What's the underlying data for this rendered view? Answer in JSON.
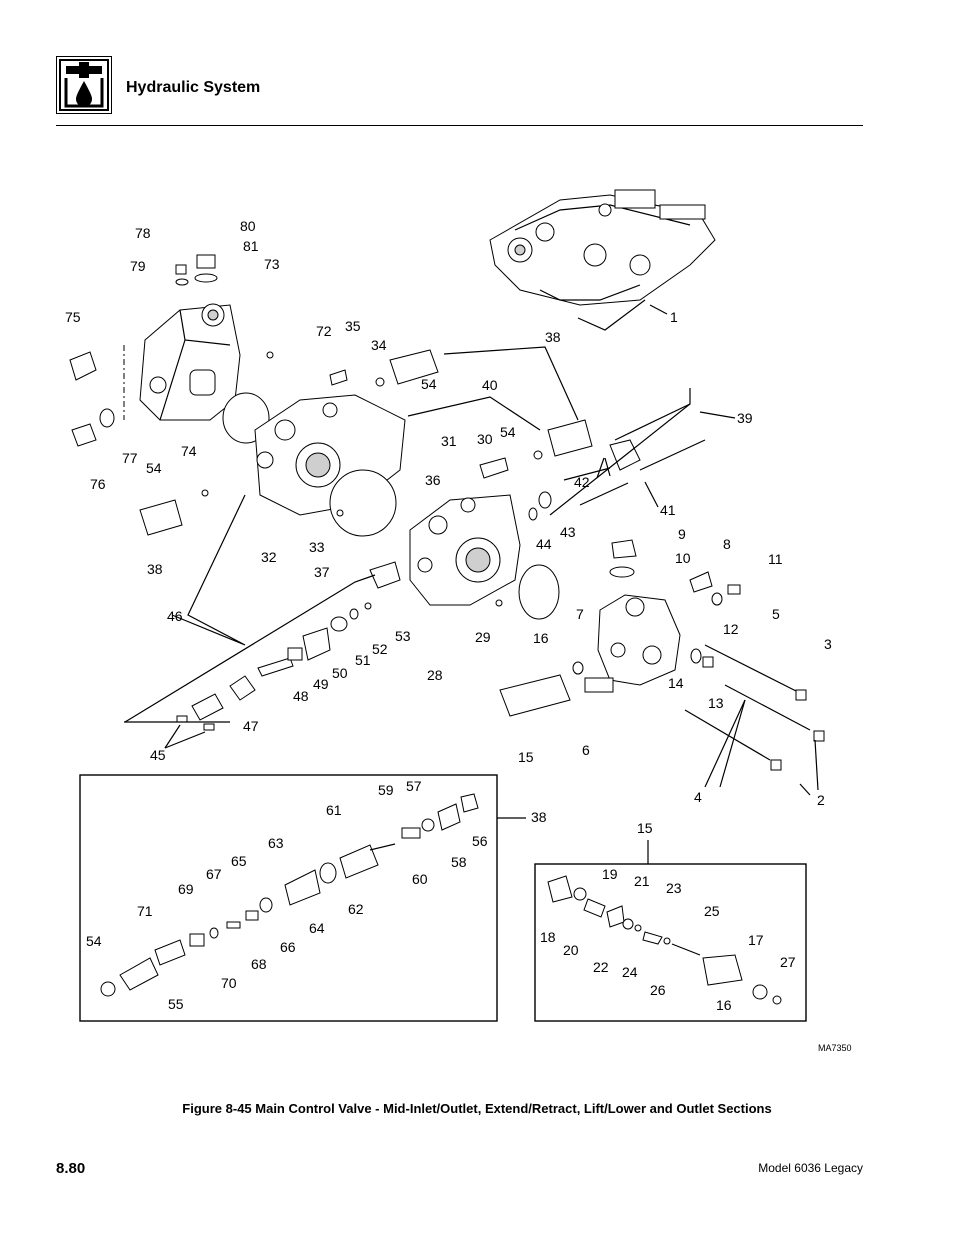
{
  "header": {
    "title": "Hydraulic System",
    "icon": "hydraulic-system-icon"
  },
  "figure": {
    "caption": "Figure 8-45  Main Control Valve - Mid-Inlet/Outlet, Extend/Retract, Lift/Lower and Outlet Sections",
    "drawing_id": "MA7350",
    "callouts": [
      "1",
      "2",
      "3",
      "4",
      "5",
      "6",
      "7",
      "8",
      "9",
      "10",
      "11",
      "12",
      "13",
      "14",
      "15",
      "16",
      "17",
      "18",
      "19",
      "20",
      "21",
      "22",
      "23",
      "24",
      "25",
      "26",
      "27",
      "28",
      "29",
      "30",
      "31",
      "32",
      "33",
      "34",
      "35",
      "36",
      "37",
      "38",
      "39",
      "40",
      "41",
      "42",
      "43",
      "44",
      "45",
      "46",
      "47",
      "48",
      "49",
      "50",
      "51",
      "52",
      "53",
      "54",
      "55",
      "56",
      "57",
      "58",
      "59",
      "60",
      "61",
      "62",
      "63",
      "64",
      "65",
      "66",
      "67",
      "68",
      "69",
      "70",
      "71",
      "72",
      "73",
      "74",
      "75",
      "76",
      "77",
      "78",
      "79",
      "80",
      "81"
    ],
    "repeated_callouts": [
      "38",
      "16",
      "54",
      "54",
      "54",
      "15"
    ]
  },
  "footer": {
    "page_number": "8.80",
    "model": "Model  6036 Legacy"
  }
}
